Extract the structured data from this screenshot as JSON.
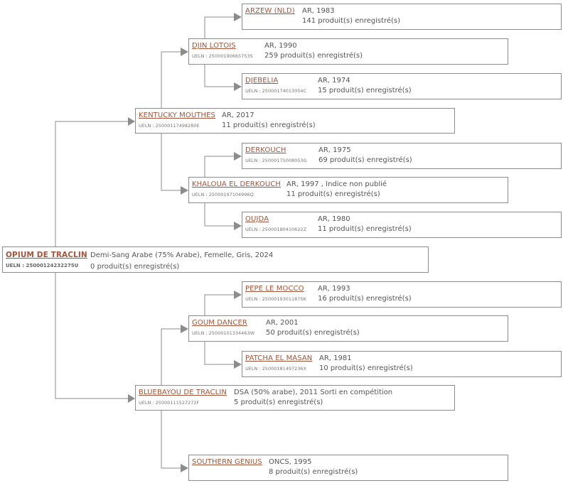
{
  "horses": {
    "root": {
      "name": "OPIUM DE TRACLIN",
      "ueln": "UELN : 25000124232275U",
      "info": "Demi-Sang Arabe (75% Arabe), Femelle, Gris, 2024",
      "prod": "0 produit(s) enregistré(s)"
    },
    "sire": {
      "name": "KENTUCKY MOUTHES",
      "ueln": "UELN : 25000117498280E",
      "info": "AR, 2017",
      "prod": "11 produit(s) enregistré(s)"
    },
    "dam": {
      "name": "BLUEBAYOU DE TRACLIN",
      "ueln": "UELN : 25000111527272F",
      "info": "DSA (50% arabe), 2011 Sorti en compétition",
      "prod": "5 produit(s) enregistré(s)"
    },
    "ss": {
      "name": "DJIN LOTOIS",
      "ueln": "UELN : 25000190665753S",
      "info": "AR, 1990",
      "prod": "259 produit(s) enregistré(s)"
    },
    "sd": {
      "name": "KHALOUA EL DERKOUCH",
      "ueln": "UELN : 25000197104996Q",
      "info": "AR, 1997 , Indice non publié",
      "prod": "11 produit(s) enregistré(s)"
    },
    "ds": {
      "name": "GOUM DANCER",
      "ueln": "UELN : 25000101334463W",
      "info": "AR, 2001",
      "prod": "50 produit(s) enregistré(s)"
    },
    "dd": {
      "name": "SOUTHERN GENIUS",
      "ueln": "",
      "info": "ONCS, 1995",
      "prod": "8 produit(s) enregistré(s)"
    },
    "sss": {
      "name": "ARZEW (NLD)",
      "ueln": "",
      "info": "AR, 1983",
      "prod": "141 produit(s) enregistré(s)"
    },
    "ssd": {
      "name": "DJEBELIA",
      "ueln": "UELN : 25000174013054C",
      "info": "AR, 1974",
      "prod": "15 produit(s) enregistré(s)"
    },
    "sds": {
      "name": "DERKOUCH",
      "ueln": "UELN : 25000175008053G",
      "info": "AR, 1975",
      "prod": "69 produit(s) enregistré(s)"
    },
    "sdd": {
      "name": "OUJDA",
      "ueln": "UELN : 25000180410622Z",
      "info": "AR, 1980",
      "prod": "11 produit(s) enregistré(s)"
    },
    "dss": {
      "name": "PEPE LE MOCCO",
      "ueln": "UELN : 25000193011875K",
      "info": "AR, 1993",
      "prod": "16 produit(s) enregistré(s)"
    },
    "dsd": {
      "name": "PATCHA EL MASAN",
      "ueln": "UELN : 25000181497236X",
      "info": "AR, 1981",
      "prod": "10 produit(s) enregistré(s)"
    }
  },
  "colors": {
    "link": "#a0553a",
    "connector": "#8c8c8c",
    "text": "#555555"
  }
}
